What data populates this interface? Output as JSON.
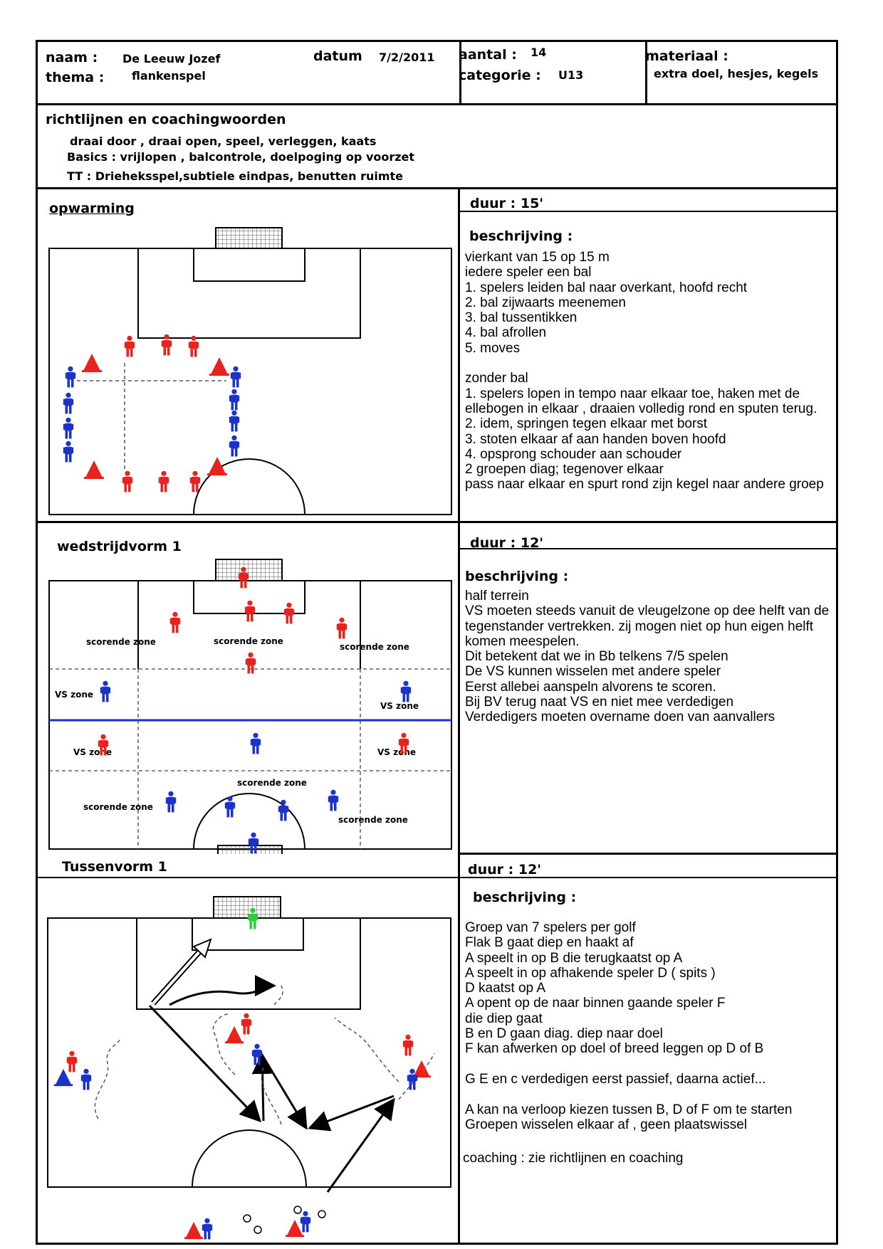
{
  "header": {
    "naam_label": "naam :",
    "naam_value": "De Leeuw Jozef",
    "thema_label": "thema :",
    "thema_value": "flankenspel",
    "datum_label": "datum",
    "datum_value": "7/2/2011",
    "aantal_label": "aantal :",
    "aantal_value": "14",
    "categorie_label": "categorie :",
    "categorie_value": "U13",
    "materiaal_label": "materiaal :",
    "materiaal_value": "extra  doel, hesjes, kegels"
  },
  "guidelines": {
    "title": "richtlijnen en coachingwoorden",
    "line1": "draai door , draai open, speel, verleggen, kaats",
    "line2": "Basics : vrijlopen , balcontrole, doelpoging op voorzet",
    "line3": "TT : Drieheksspel,subtiele eindpas, benutten ruimte"
  },
  "sections": [
    {
      "title": "opwarming",
      "duration": "duur : 15'",
      "desc_title": "beschrijving :",
      "description": "vierkant van 15 op 15 m\niedere speler een bal\n1. spelers leiden bal naar overkant, hoofd recht\n2. bal zijwaarts meenemen\n3. bal tussentikken\n4. bal afrollen\n5. moves\n\nzonder bal\n1. spelers lopen in tempo naar elkaar toe, haken met de ellebogen in elkaar , draaien volledig rond en sputen terug.\n2. idem, springen tegen elkaar met borst\n3. stoten elkaar af aan handen boven hoofd\n4. opsprong schouder aan schouder\n2 groepen diag; tegenover elkaar\npass naar elkaar en spurt rond zijn kegel naar andere groep"
    },
    {
      "title": "wedstrijdvorm 1",
      "duration": "duur : 12'",
      "desc_title": "beschrijving :",
      "description": "half terrein\nVS moeten steeds vanuit de vleugelzone op dee helft van de tegenstander vertrekken. zij mogen niet op hun eigen helft komen meespelen.\nDit betekent dat we in Bb telkens 7/5 spelen\nDe VS kunnen wisselen met andere speler\nEerst allebei aanspeln alvorens te scoren.\nBij BV terug naat VS en niet mee verdedigen\nVerdedigers moeten overname doen van aanvallers",
      "zones": [
        "scorende zone",
        "scorende zone",
        "scorende zone",
        "VS zone",
        "VS zone",
        "VS zone",
        "VS zone",
        "scorende zone",
        "scorende zone",
        "scorende zone"
      ]
    },
    {
      "title": "Tussenvorm 1",
      "duration": "duur : 12'",
      "desc_title": "beschrijving :",
      "description": "Groep van 7 spelers per golf\nFlak B gaat diep en haakt af\nA speelt in op B die terugkaatst op A\nA speelt in op afhakende speler D ( spits )\nD kaatst op A\nA opent op de naar binnen gaande speler F\ndie diep gaat\nB en D gaan diag. diep naar doel\nF kan afwerken op doel of breed leggen op D of B\n\nG E en c verdedigen eerst passief, daarna actief...\n\nA kan na verloop kiezen tussen B, D of F om te starten\nGroepen wisselen elkaar af , geen plaatswissel",
      "coaching": "coaching : zie richtlijnen en coaching"
    }
  ],
  "colors": {
    "red_player": "#e8231e",
    "blue_player": "#1c33c9",
    "cone_red": "#e8231e",
    "cone_blue": "#1c33c9",
    "keeper_green": "#2ecc40",
    "midline_blue": "#1b2ee0"
  }
}
